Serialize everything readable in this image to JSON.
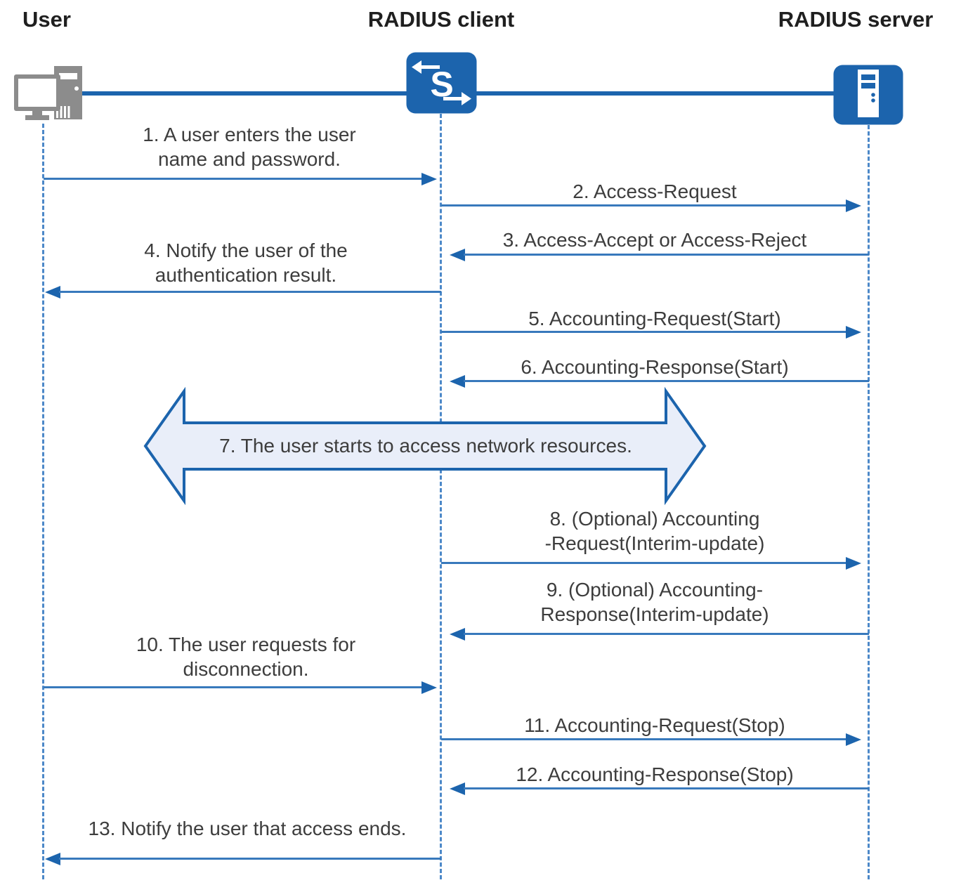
{
  "diagram": {
    "type": "sequence-diagram",
    "actors": [
      {
        "name": "User",
        "icon": "computer-icon"
      },
      {
        "name": "RADIUS client",
        "icon": "switch-icon",
        "icon_label": "S"
      },
      {
        "name": "RADIUS server",
        "icon": "server-icon"
      }
    ],
    "messages": [
      {
        "label": "1. A user enters the user\nname and password.",
        "from": "User",
        "to": "RADIUS client",
        "direction": "right"
      },
      {
        "label": "2. Access-Request",
        "from": "RADIUS client",
        "to": "RADIUS server",
        "direction": "right"
      },
      {
        "label": "3. Access-Accept or Access-Reject",
        "from": "RADIUS server",
        "to": "RADIUS client",
        "direction": "left"
      },
      {
        "label": "4. Notify the user of the\nauthentication result.",
        "from": "RADIUS client",
        "to": "User",
        "direction": "left"
      },
      {
        "label": "5. Accounting-Request(Start)",
        "from": "RADIUS client",
        "to": "RADIUS server",
        "direction": "right"
      },
      {
        "label": "6. Accounting-Response(Start)",
        "from": "RADIUS server",
        "to": "RADIUS client",
        "direction": "left"
      },
      {
        "label": "7. The user starts to access network resources.",
        "type": "bidirectional-block-arrow"
      },
      {
        "label": "8. (Optional) Accounting\n-Request(Interim-update)",
        "from": "RADIUS client",
        "to": "RADIUS server",
        "direction": "right"
      },
      {
        "label": "9. (Optional) Accounting-\nResponse(Interim-update)",
        "from": "RADIUS server",
        "to": "RADIUS client",
        "direction": "left"
      },
      {
        "label": "10. The user requests for\ndisconnection.",
        "from": "User",
        "to": "RADIUS client",
        "direction": "right"
      },
      {
        "label": "11. Accounting-Request(Stop)",
        "from": "RADIUS client",
        "to": "RADIUS server",
        "direction": "right"
      },
      {
        "label": "12. Accounting-Response(Stop)",
        "from": "RADIUS server",
        "to": "RADIUS client",
        "direction": "left"
      },
      {
        "label": "13. Notify the user that access ends.",
        "from": "RADIUS client",
        "to": "User",
        "direction": "left"
      }
    ],
    "colors": {
      "primary_blue": "#1c64ad",
      "arrow_line_blue": "#3879bc",
      "lifeline_blue": "#4c88c8",
      "block_arrow_fill": "#e9eef9",
      "text_gray": "#3d3d3d",
      "icon_gray": "#8c8c8c",
      "heading_black": "#1f1f1f"
    }
  }
}
